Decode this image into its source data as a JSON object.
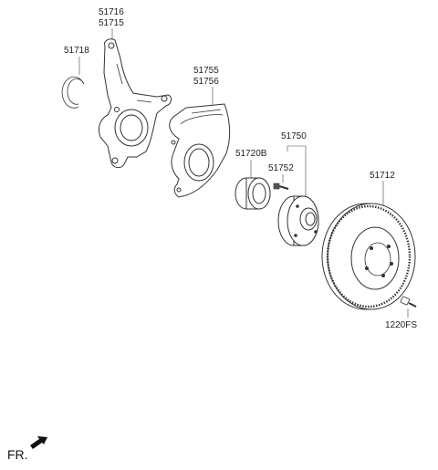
{
  "parts": [
    {
      "id": "knuckle",
      "label_lines": [
        "51716",
        "51715"
      ],
      "icon": "steering-knuckle-icon"
    },
    {
      "id": "snap-ring",
      "label_lines": [
        "51718"
      ],
      "icon": "snap-ring-icon"
    },
    {
      "id": "dust-cover",
      "label_lines": [
        "51755",
        "51756"
      ],
      "icon": "dust-cover-icon"
    },
    {
      "id": "bearing",
      "label_lines": [
        "51720B"
      ],
      "icon": "wheel-bearing-icon"
    },
    {
      "id": "hub",
      "label_lines": [
        "51750"
      ],
      "icon": "wheel-hub-icon"
    },
    {
      "id": "hub-bolt",
      "label_lines": [
        "51752"
      ],
      "icon": "hub-bolt-icon"
    },
    {
      "id": "disc",
      "label_lines": [
        "51712"
      ],
      "icon": "brake-disc-icon"
    },
    {
      "id": "disc-screw",
      "label_lines": [
        "1220FS"
      ],
      "icon": "disc-screw-icon"
    }
  ],
  "footer": {
    "direction_label": "FR.",
    "icon": "front-arrow-icon"
  }
}
